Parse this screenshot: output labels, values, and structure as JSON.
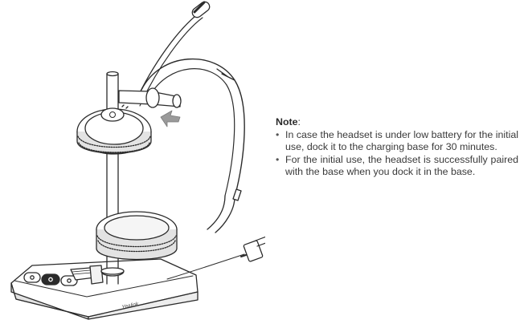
{
  "note": {
    "title": "Note",
    "title_suffix": ":",
    "bullet": "•",
    "items": [
      "In case the headset is under low battery for the initial use, dock it to the charging base for 30 minutes.",
      "For the initial use, the headset is successfully paired with the base when you dock it in the base."
    ]
  },
  "illustration": {
    "brand_label": "Yealink",
    "line_color": "#2b2b2b",
    "fill_color": "#ffffff",
    "shade_color": "#e3e3e3",
    "arrow_color": "#9a9a9a",
    "icons": [
      "headset-icon",
      "charging-base-icon",
      "usb-plug-icon",
      "dock-arrow-icon"
    ]
  }
}
